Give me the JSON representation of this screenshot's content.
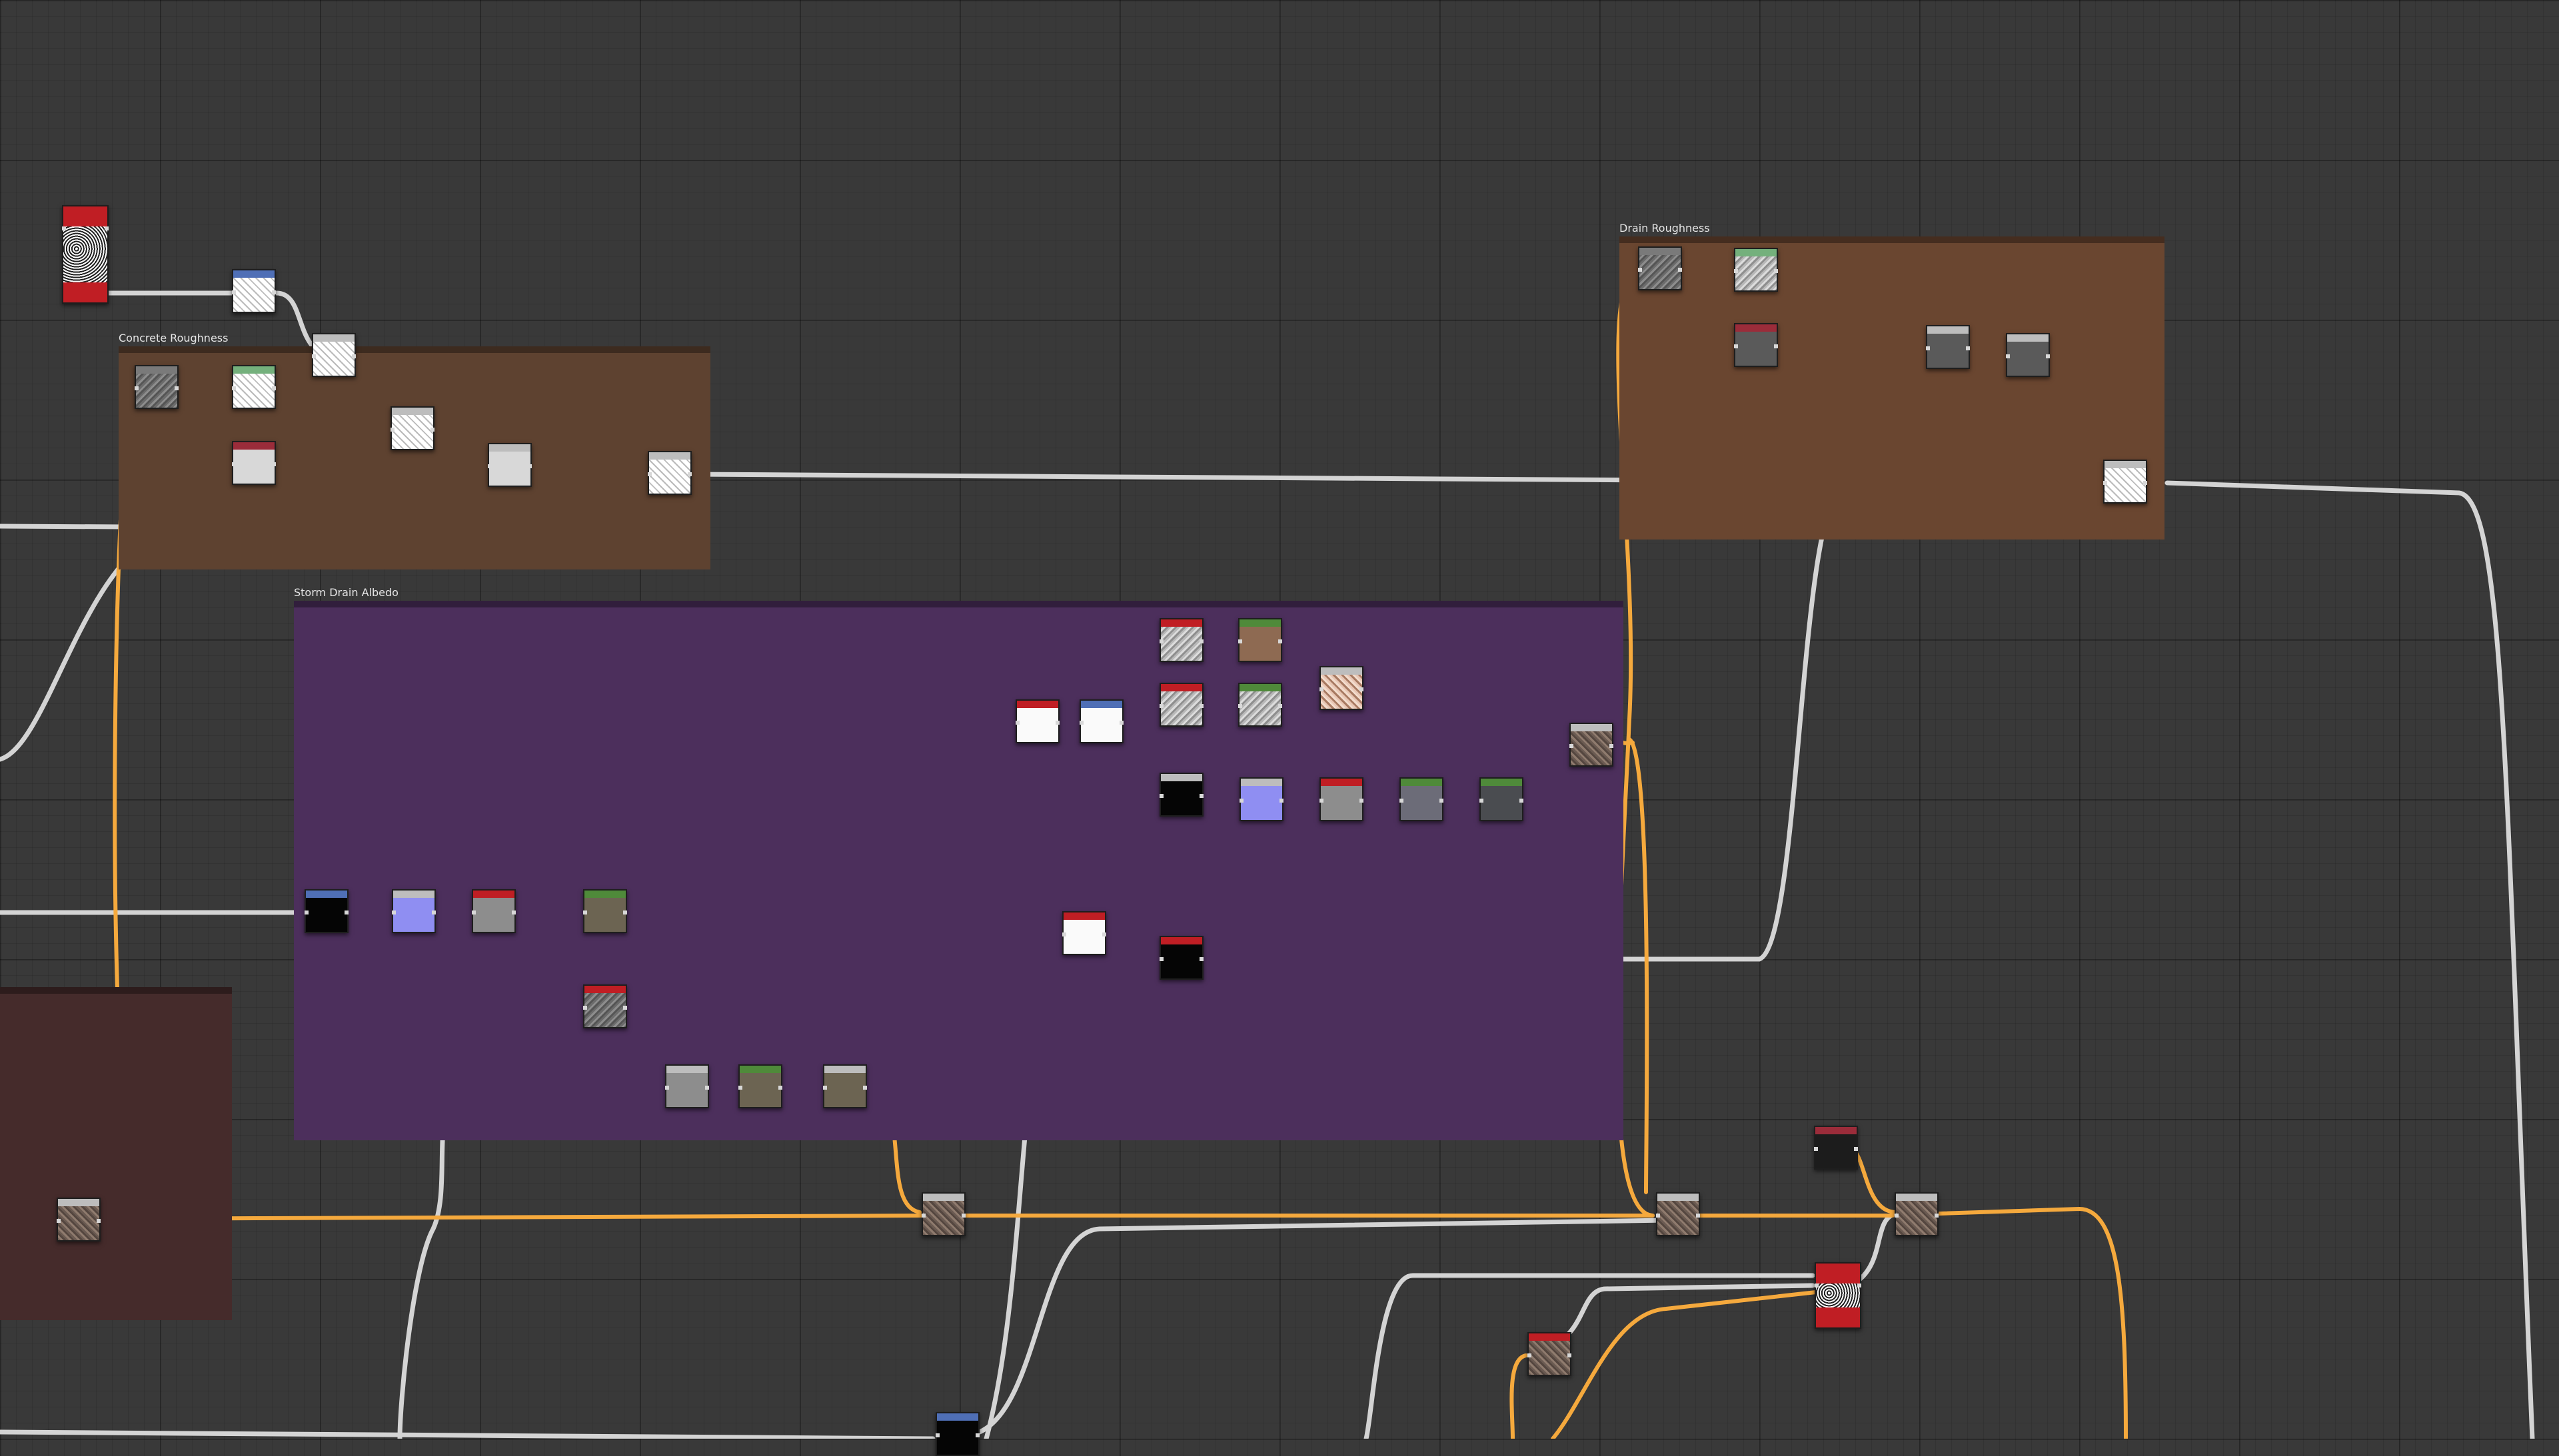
{
  "frames": {
    "concrete_roughness": {
      "title": "Concrete Roughness",
      "color": "#5e4230"
    },
    "drain_roughness": {
      "title": "Drain Roughness",
      "color": "#6a4630"
    },
    "storm_drain_albedo": {
      "title": "Storm Drain Albedo",
      "color": "#4c2f5c"
    },
    "unnamed_frame": {
      "title": "",
      "color": "#452b2b"
    }
  },
  "nodes": [
    {
      "id": "n-source-noise",
      "kind": "noise",
      "header": "#c01e24",
      "thumb": "noise-bw"
    },
    {
      "id": "n-blur",
      "kind": "grayscale",
      "header": "#4f6fb6",
      "thumb": "noise-white"
    },
    {
      "id": "n-blend-1",
      "kind": "blend",
      "header": "#bdbdbd",
      "thumb": "noise-white"
    },
    {
      "id": "n-cr-grunge",
      "kind": "grayscale",
      "header": "#7a7a7a",
      "thumb": "noise-gray"
    },
    {
      "id": "n-cr-levels",
      "kind": "grayscale",
      "header": "#74b07c",
      "thumb": "noise-white"
    },
    {
      "id": "n-cr-blend",
      "kind": "blend",
      "header": "#bdbdbd",
      "thumb": "noise-white"
    },
    {
      "id": "n-cr-uniform",
      "kind": "uniform",
      "header": "#9b2c3a",
      "thumb": "light-gray"
    },
    {
      "id": "n-cr-blend-2",
      "kind": "blend",
      "header": "#bdbdbd",
      "thumb": "light-gray"
    },
    {
      "id": "n-cr-output",
      "kind": "blend",
      "header": "#bdbdbd",
      "thumb": "noise-white"
    },
    {
      "id": "n-dr-grunge",
      "kind": "grayscale",
      "header": "#7a7a7a",
      "thumb": "noise-gray"
    },
    {
      "id": "n-dr-levels",
      "kind": "grayscale",
      "header": "#74b07c",
      "thumb": "noise-gray-light"
    },
    {
      "id": "n-dr-uniform",
      "kind": "uniform",
      "header": "#9b2c3a",
      "thumb": "dark-gray"
    },
    {
      "id": "n-dr-blend",
      "kind": "blend",
      "header": "#bdbdbd",
      "thumb": "dark-gray"
    },
    {
      "id": "n-dr-blend-2",
      "kind": "blend",
      "header": "#bdbdbd",
      "thumb": "dark-gray"
    },
    {
      "id": "n-dr-output",
      "kind": "blend",
      "header": "#bdbdbd",
      "thumb": "noise-white"
    },
    {
      "id": "n-sd-tex-1",
      "kind": "grayscale",
      "header": "#c01e24",
      "thumb": "noise-gray-light"
    },
    {
      "id": "n-sd-grad-1",
      "kind": "color",
      "header": "#4f8a3a",
      "thumb": "brown"
    },
    {
      "id": "n-sd-tex-2",
      "kind": "grayscale",
      "header": "#c01e24",
      "thumb": "noise-gray-light"
    },
    {
      "id": "n-sd-grad-2",
      "kind": "color",
      "header": "#4f8a3a",
      "thumb": "noise-gray-light"
    },
    {
      "id": "n-sd-blend-color",
      "kind": "blend",
      "header": "#bdbdbd",
      "thumb": "pink-noise"
    },
    {
      "id": "n-sd-uniform-red",
      "kind": "uniform",
      "header": "#c01e24",
      "thumb": "white"
    },
    {
      "id": "n-sd-uniform-blue",
      "kind": "uniform",
      "header": "#4f6fb6",
      "thumb": "white"
    },
    {
      "id": "n-sd-black-1",
      "kind": "blend",
      "header": "#bdbdbd",
      "thumb": "black"
    },
    {
      "id": "n-sd-normal",
      "kind": "normal",
      "header": "#bdbdbd",
      "thumb": "lavender"
    },
    {
      "id": "n-sd-gray-1",
      "kind": "grayscale",
      "header": "#c01e24",
      "thumb": "mid-gray"
    },
    {
      "id": "n-sd-gray-2",
      "kind": "grayscale",
      "header": "#4f8a3a",
      "thumb": "slate"
    },
    {
      "id": "n-sd-gray-3",
      "kind": "grayscale",
      "header": "#4f8a3a",
      "thumb": "dark-slate"
    },
    {
      "id": "n-sd-output",
      "kind": "blend",
      "header": "#bdbdbd",
      "thumb": "brown-noise"
    },
    {
      "id": "n-sd-black-input",
      "kind": "input",
      "header": "#4f6fb6",
      "thumb": "black"
    },
    {
      "id": "n-sd-normal-2",
      "kind": "normal",
      "header": "#bdbdbd",
      "thumb": "lavender"
    },
    {
      "id": "n-sd-gray-4",
      "kind": "grayscale",
      "header": "#c01e24",
      "thumb": "mid-gray"
    },
    {
      "id": "n-sd-olive",
      "kind": "color",
      "header": "#4f8a3a",
      "thumb": "olive"
    },
    {
      "id": "n-sd-tex-3",
      "kind": "grayscale",
      "header": "#c01e24",
      "thumb": "noise-gray"
    },
    {
      "id": "n-sd-blend-3",
      "kind": "blend",
      "header": "#bdbdbd",
      "thumb": "mid-gray"
    },
    {
      "id": "n-sd-olive-2",
      "kind": "color",
      "header": "#4f8a3a",
      "thumb": "olive"
    },
    {
      "id": "n-sd-blend-4",
      "kind": "blend",
      "header": "#bdbdbd",
      "thumb": "olive"
    },
    {
      "id": "n-sd-mask",
      "kind": "uniform",
      "header": "#c01e24",
      "thumb": "white"
    },
    {
      "id": "n-sd-black-2",
      "kind": "uniform",
      "header": "#c01e24",
      "thumb": "black"
    },
    {
      "id": "n-blend-main-1",
      "kind": "blend",
      "header": "#bdbdbd",
      "thumb": "brown-noise"
    },
    {
      "id": "n-blend-main-2",
      "kind": "blend",
      "header": "#bdbdbd",
      "thumb": "brown-noise"
    },
    {
      "id": "n-blend-main-3",
      "kind": "blend",
      "header": "#bdbdbd",
      "thumb": "brown-noise"
    },
    {
      "id": "n-blend-main-4",
      "kind": "blend",
      "header": "#bdbdbd",
      "thumb": "brown-noise"
    },
    {
      "id": "n-dark-uniform",
      "kind": "uniform",
      "header": "#9b2c3a",
      "thumb": "near-black"
    },
    {
      "id": "n-pattern-mask",
      "kind": "noise",
      "header": "#c01e24",
      "thumb": "noise-bw"
    },
    {
      "id": "n-brown-tex",
      "kind": "color",
      "header": "#c01e24",
      "thumb": "brown-noise"
    },
    {
      "id": "n-bottom-input",
      "kind": "input",
      "header": "#4f6fb6",
      "thumb": "black"
    }
  ],
  "colors": {
    "wire_gray": "#d4d4d4",
    "wire_orange": "#f5a93d",
    "canvas": "#393939"
  }
}
